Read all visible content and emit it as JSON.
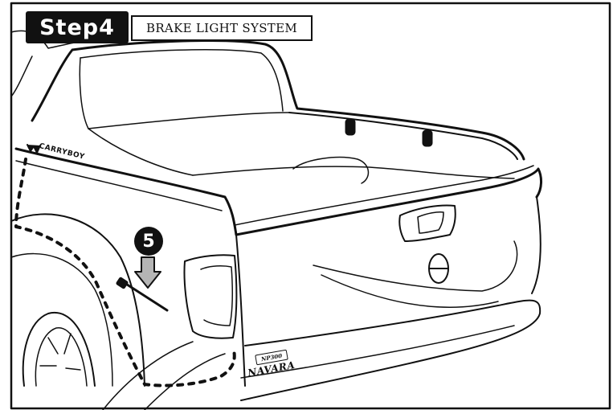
{
  "step": {
    "label": "Step4"
  },
  "section": {
    "title": "BRAKE LIGHT SYSTEM"
  },
  "callout": {
    "number": "5"
  },
  "vehicle": {
    "rollbar_brand": "CARRYBOY",
    "model_badge": "NP300",
    "model_name": "NAVARA"
  },
  "colors": {
    "ink": "#111111",
    "paper": "#ffffff",
    "arrow_fill": "#b5b5b5"
  },
  "icons": {
    "step_badge": "step-label",
    "callout": "numbered-circle",
    "arrow": "down-arrow-icon",
    "cable_tie": "cable-tie-icon"
  }
}
